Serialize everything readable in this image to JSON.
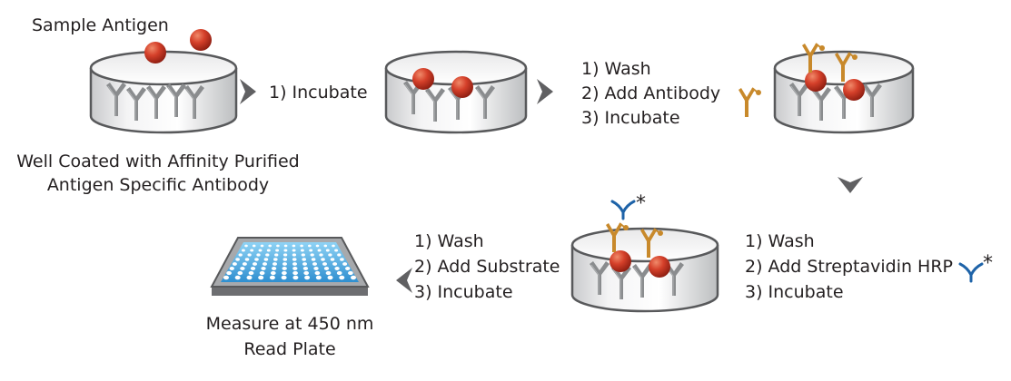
{
  "labels": {
    "sample_antigen": "Sample Antigen",
    "well_coated_line1": "Well Coated with Affinity Purified",
    "well_coated_line2": "Antigen Specific Antibody",
    "measure_line1": "Measure at 450 nm",
    "measure_line2": "Read Plate"
  },
  "steps": {
    "step1": {
      "text": "1) Incubate"
    },
    "step2": {
      "wash": "1) Wash",
      "add": "2) Add Antibody",
      "incubate": "3) Incubate"
    },
    "step3": {
      "wash": "1) Wash",
      "add": "2) Add Streptavidin HRP",
      "incubate": "3) Incubate"
    },
    "step4": {
      "wash": "1) Wash",
      "add": "2) Add Substrate",
      "incubate": "3) Incubate"
    }
  },
  "icons": {
    "asterisk": "*",
    "antigen": "red-sphere-icon",
    "capture_antibody": "grey-antibody-icon",
    "detection_antibody": "orange-biotin-antibody-icon",
    "hrp": "blue-streptavidin-hrp-icon",
    "arrow": "grey-chevron-arrow-icon",
    "plate": "96-well-plate-icon"
  },
  "colors": {
    "antigen": "#c8351e",
    "capture_antibody": "#8a8c8e",
    "detection_antibody": "#c8892b",
    "hrp": "#1e63a8",
    "arrow": "#606062",
    "plate_well": "#5bb8ea"
  }
}
